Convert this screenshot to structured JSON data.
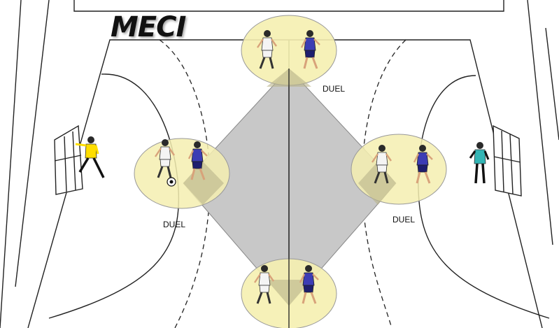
{
  "title": "MECI",
  "duel_labels": {
    "top": "DUEL",
    "left": "DUEL",
    "right": "DUEL"
  },
  "colors": {
    "duel_zone_fill": "#f5efb0",
    "diamond_fill": "#c8c8c8",
    "line": "#222222",
    "team_dark": "#3c3cb4",
    "team_white": "#f4f4f4",
    "goalkeeper_left": "#ffde00",
    "goalkeeper_right": "#33b5b5"
  },
  "icons": [
    "player-figure-icon",
    "goalkeeper-figure-icon",
    "ball-icon",
    "goal-net-icon"
  ]
}
